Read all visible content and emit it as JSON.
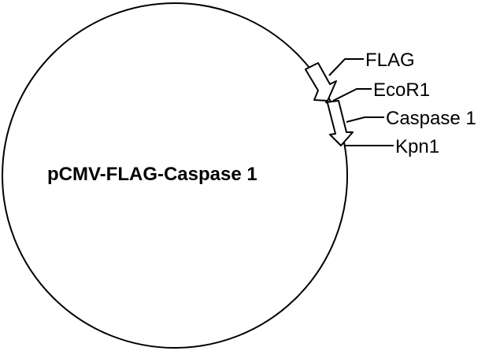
{
  "plasmid": {
    "name": "pCMV-FLAG-Caspase 1"
  },
  "features": [
    {
      "label": "FLAG"
    },
    {
      "label": "EcoR1"
    },
    {
      "label": "Caspase 1"
    },
    {
      "label": "Kpn1"
    }
  ],
  "colors": {
    "line": "#000000",
    "background": "#ffffff",
    "arrow_fill": "#ffffff"
  }
}
